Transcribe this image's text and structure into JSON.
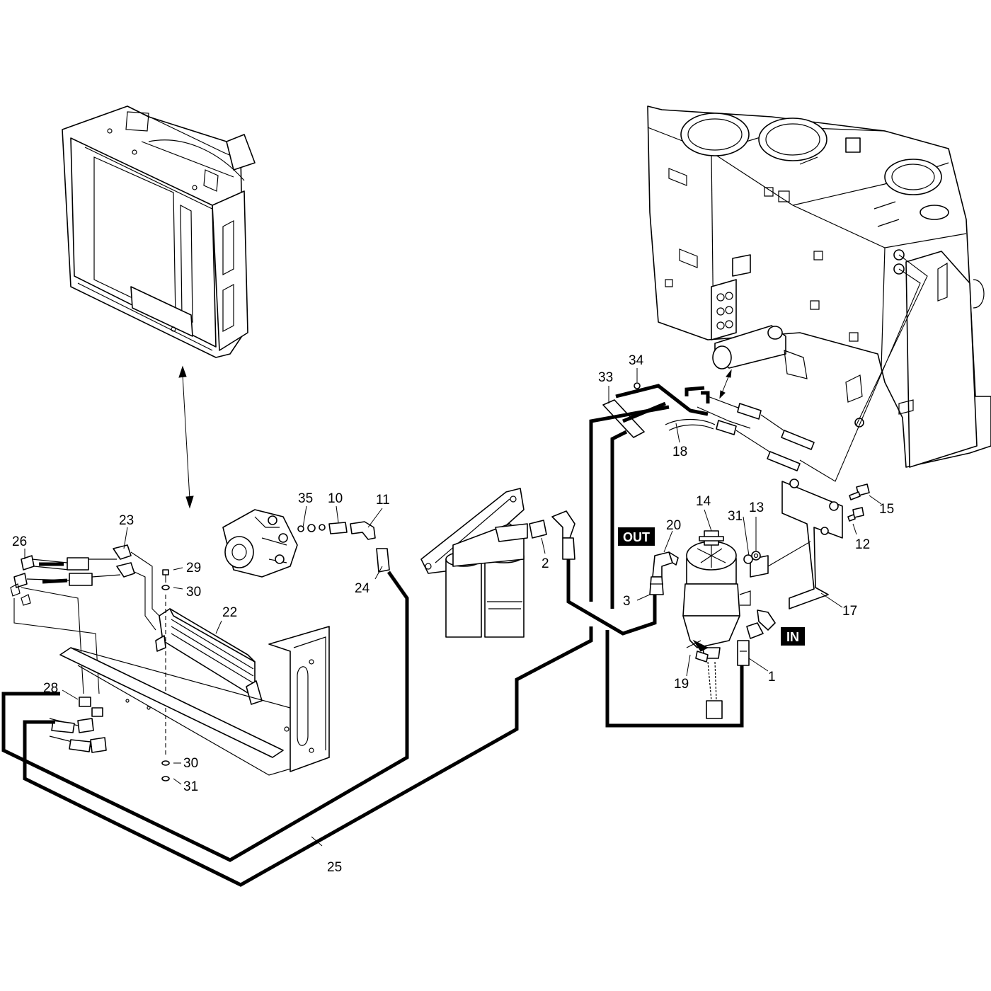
{
  "callouts": {
    "c1": "1",
    "c2": "2",
    "c3": "3",
    "c10": "10",
    "c11": "11",
    "c12": "12",
    "c13": "13",
    "c14": "14",
    "c15": "15",
    "c17": "17",
    "c18": "18",
    "c19": "19",
    "c20": "20",
    "c22": "22",
    "c23": "23",
    "c24": "24",
    "c25": "25",
    "c26": "26",
    "c28": "28",
    "c29": "29",
    "c30a": "30",
    "c30b": "30",
    "c31a": "31",
    "c31b": "31",
    "c33": "33",
    "c34": "34",
    "c35": "35"
  },
  "tags": {
    "out": "OUT",
    "in": "IN"
  }
}
